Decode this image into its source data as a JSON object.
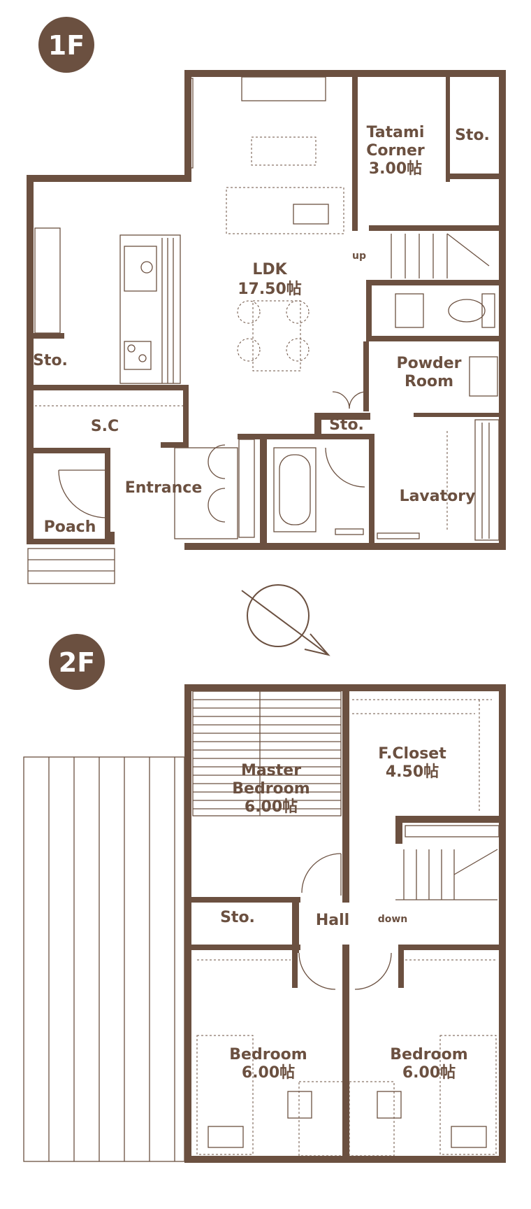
{
  "floors": {
    "first": {
      "badge": "1F",
      "rooms": {
        "tatami": [
          "Tatami",
          "Corner",
          "3.00帖"
        ],
        "sto_top": "Sto.",
        "ldk": [
          "LDK",
          "17.50帖"
        ],
        "up": "up",
        "sto_left": "Sto.",
        "powder": [
          "Powder",
          "Room"
        ],
        "sc": "S.C",
        "sto_mid": "Sto.",
        "entrance": "Entrance",
        "lavatory": "Lavatory",
        "poach": "Poach"
      }
    },
    "second": {
      "badge": "2F",
      "rooms": {
        "master": [
          "Master",
          "Bedroom",
          "6.00帖"
        ],
        "closet": [
          "F.Closet",
          "4.50帖"
        ],
        "sto": "Sto.",
        "hall": "Hall",
        "down": "down",
        "bedroom_left": [
          "Bedroom",
          "6.00帖"
        ],
        "bedroom_right": [
          "Bedroom",
          "6.00帖"
        ]
      }
    }
  },
  "colors": {
    "wall": "#6b5040",
    "background": "#ffffff"
  },
  "icons": [
    "compass-north-icon",
    "floor-badge-icon"
  ]
}
